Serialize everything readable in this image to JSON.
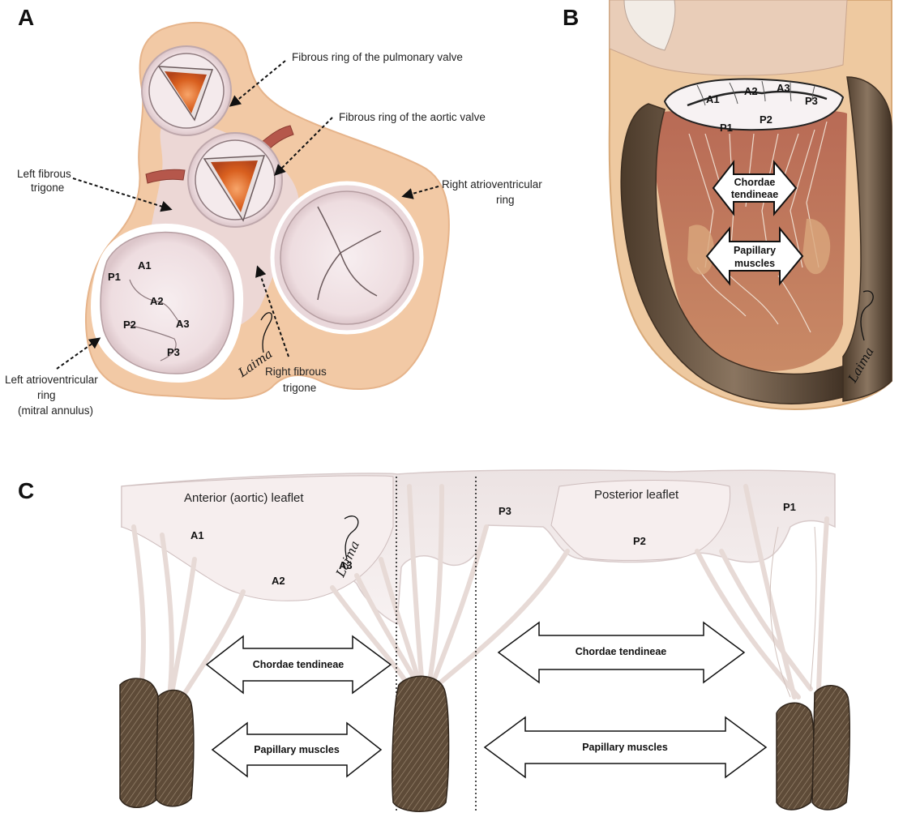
{
  "panels": {
    "a": {
      "letter": "A",
      "labels": {
        "pulmonary": "Fibrous ring of the pulmonary valve",
        "aortic": "Fibrous ring of the aortic valve",
        "left_trigone_1": "Left fibrous",
        "left_trigone_2": "trigone",
        "right_av_1": "Right atrioventricular",
        "right_av_2": "ring",
        "left_av_1": "Left atrioventricular",
        "left_av_2": "ring",
        "left_av_3": "(mitral annulus)",
        "right_trigone_1": "Right fibrous",
        "right_trigone_2": "trigone"
      },
      "segments": {
        "a1": "A1",
        "p1": "P1",
        "a2": "A2",
        "p2": "P2",
        "a3": "A3",
        "p3": "P3"
      },
      "signature": "Laima"
    },
    "b": {
      "letter": "B",
      "segments": {
        "a1": "A1",
        "a2": "A2",
        "a3": "A3",
        "p1": "P1",
        "p2": "P2",
        "p3": "P3"
      },
      "arrows": {
        "chordae_1": "Chordae",
        "chordae_2": "tendineae",
        "papillary_1": "Papillary",
        "papillary_2": "muscles"
      },
      "signature": "Laima"
    },
    "c": {
      "letter": "C",
      "anterior_leaflet": "Anterior (aortic) leaflet",
      "posterior_leaflet": "Posterior leaflet",
      "segments": {
        "a1": "A1",
        "a2": "A2",
        "a3": "A3",
        "p1": "P1",
        "p2": "P2",
        "p3": "P3"
      },
      "arrows": {
        "left_chordae": "Chordae tendineae",
        "left_papillary": "Papillary muscles",
        "right_chordae": "Chordae tendineae",
        "right_papillary": "Papillary muscles"
      },
      "signature": "Laima"
    }
  },
  "colors": {
    "background": "#ffffff",
    "annulus_tan": "#f2c9a5",
    "ring_pink": "#f3e4e6",
    "valve_orange": "#d2551f",
    "muscle_brown": "#6e5a45",
    "leaflet_pink": "#f4eaea",
    "chordae": "#e8dcd8"
  }
}
